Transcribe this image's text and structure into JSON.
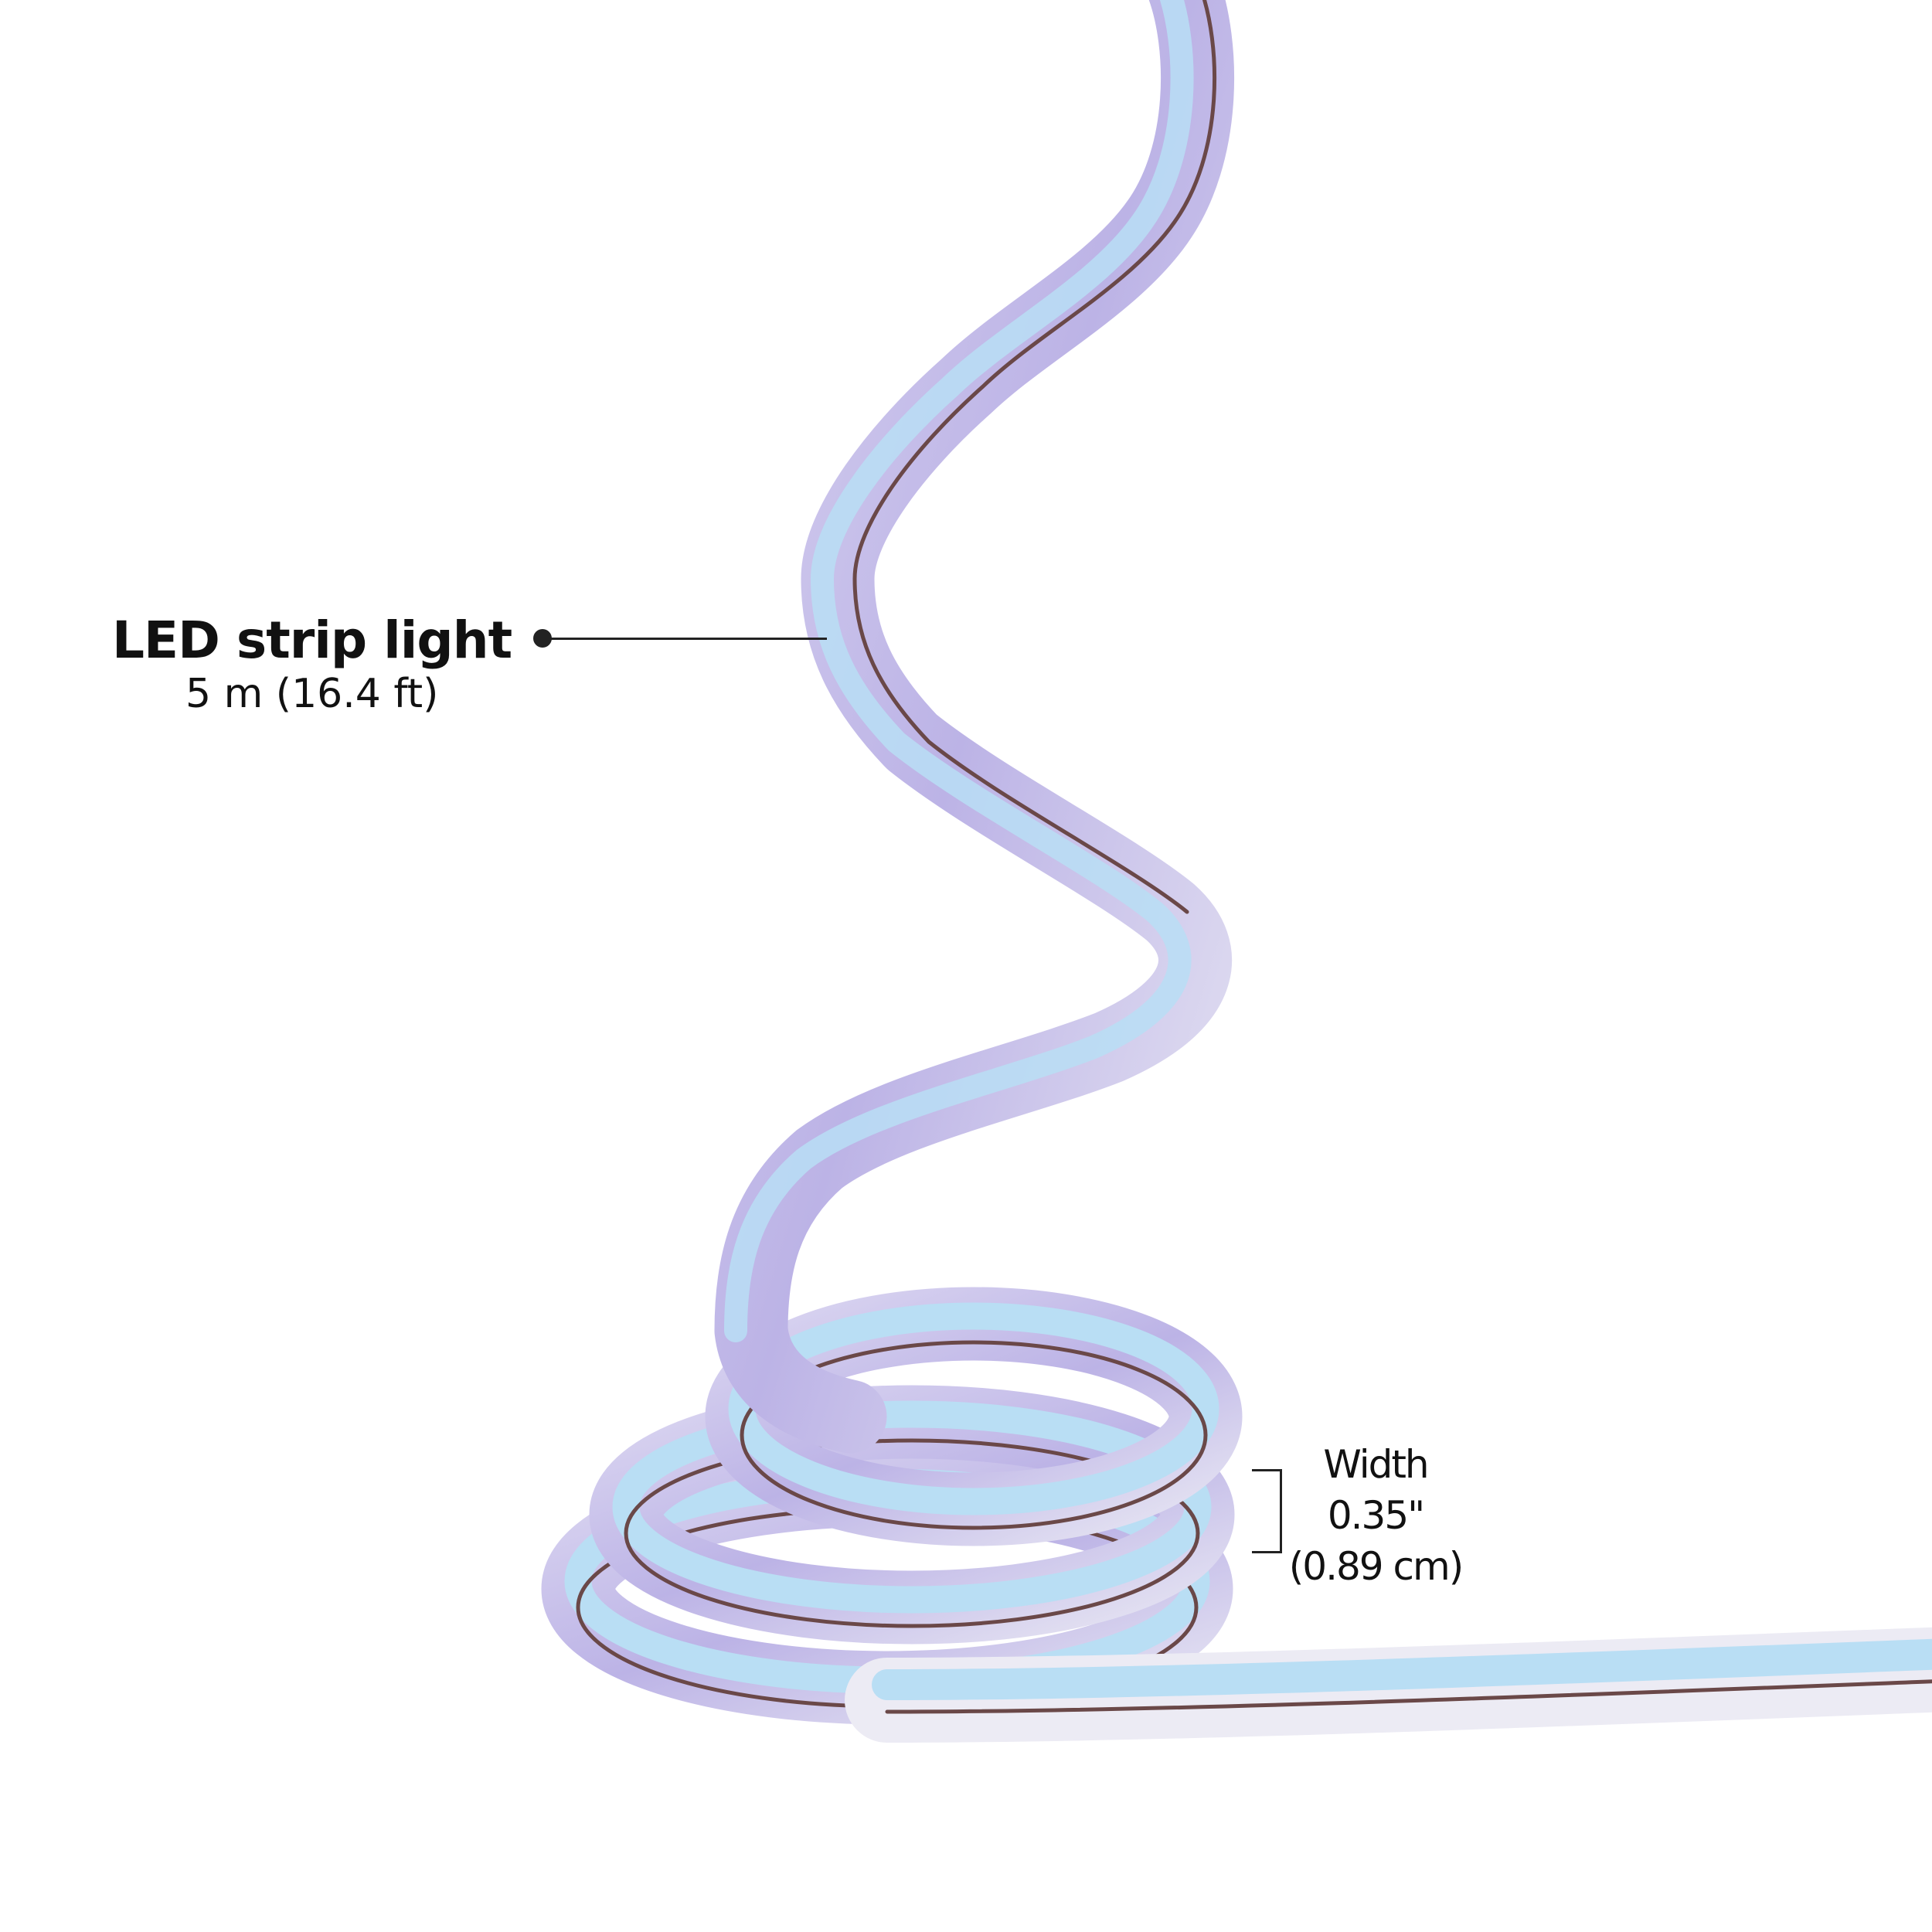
{
  "callout_strip": {
    "title": "LED strip light",
    "length": "5 m (16.4 ft)"
  },
  "callout_width": {
    "label": "Width",
    "inches": "0.35\"",
    "cm": "(0.89 cm)"
  },
  "colors": {
    "strip_top": "#b9def4",
    "strip_side": "#cbc4ec",
    "strip_edge": "#ecebf4",
    "wire": "#6a4848",
    "text": "#111111"
  }
}
